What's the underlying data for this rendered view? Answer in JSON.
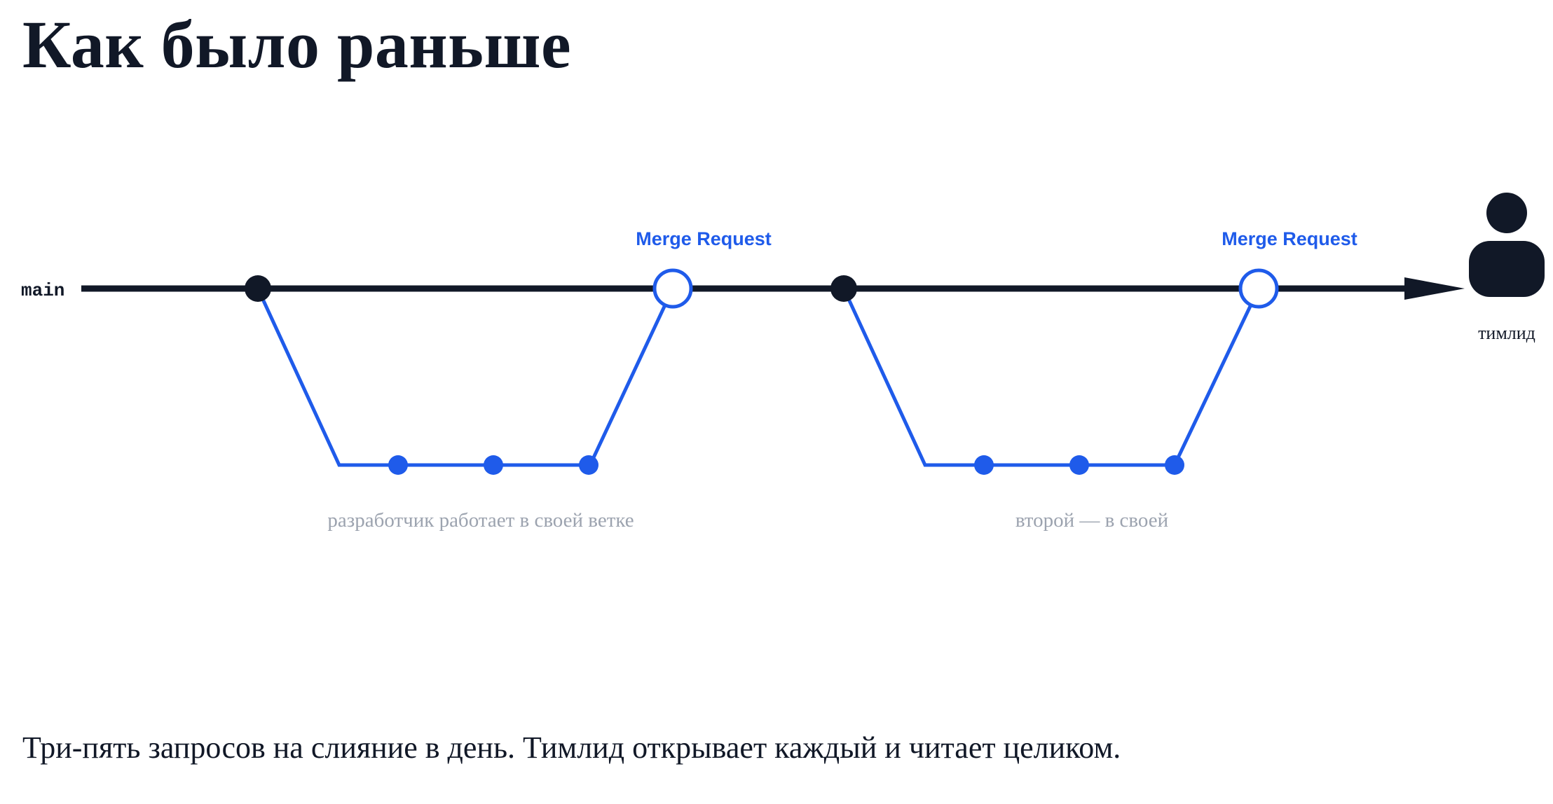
{
  "title": "Как было раньше",
  "diagram": {
    "main_label": "main",
    "merge_request_1": "Merge Request",
    "merge_request_2": "Merge Request",
    "branch_1_caption": "разработчик работает в своей ветке",
    "branch_2_caption": "второй — в своей",
    "teamlead_label": "тимлид",
    "icons": {
      "teamlead": "person-icon",
      "arrow": "arrow-right-icon"
    },
    "colors": {
      "main_line": "#111827",
      "branch": "#1f5bea",
      "caption_gray": "#9ca3af"
    }
  },
  "caption": "Три-пять запросов на слияние в день. Тимлид открывает каждый и читает целиком."
}
